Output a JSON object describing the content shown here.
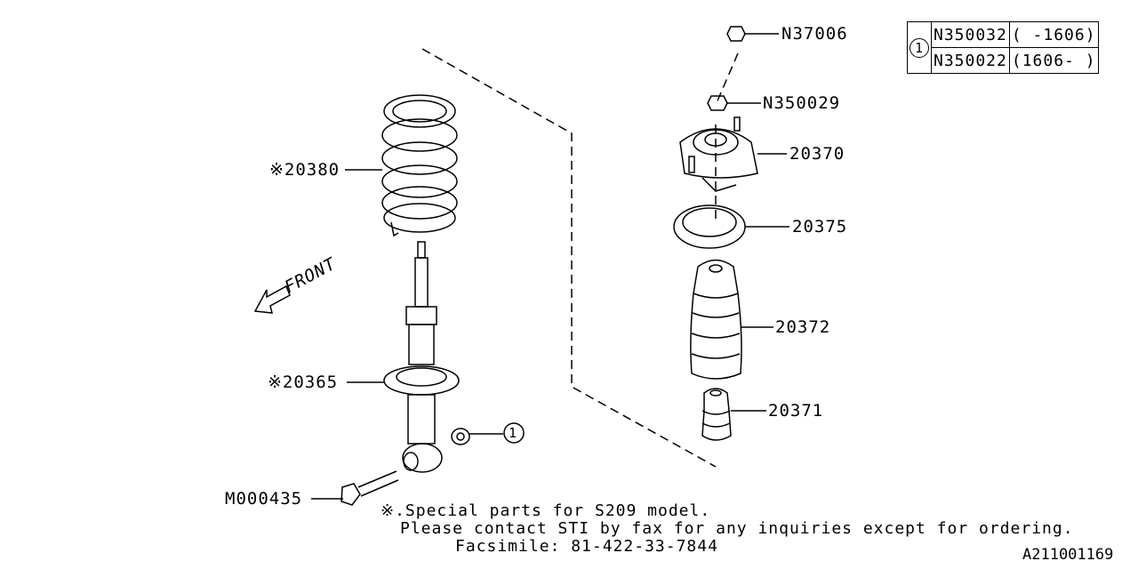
{
  "ref_table": {
    "marker": "1",
    "rows": [
      {
        "part": "N350032",
        "range": "( -1606)"
      },
      {
        "part": "N350022",
        "range": "(1606- )"
      }
    ]
  },
  "front_label": "FRONT",
  "labels": {
    "p20380": "※20380",
    "p20365": "※20365",
    "m000435": "M000435",
    "callout1": "1",
    "n37006": "N37006",
    "n350029": "N350029",
    "p20370": "20370",
    "p20375": "20375",
    "p20372": "20372",
    "p20371": "20371"
  },
  "notes": {
    "line1": "※.Special parts for S209 model.",
    "line2": "Please contact STI by fax for any inquiries except for ordering.",
    "line3": "Facsimile: 81-422-33-7844"
  },
  "diagram_id": "A211001169"
}
